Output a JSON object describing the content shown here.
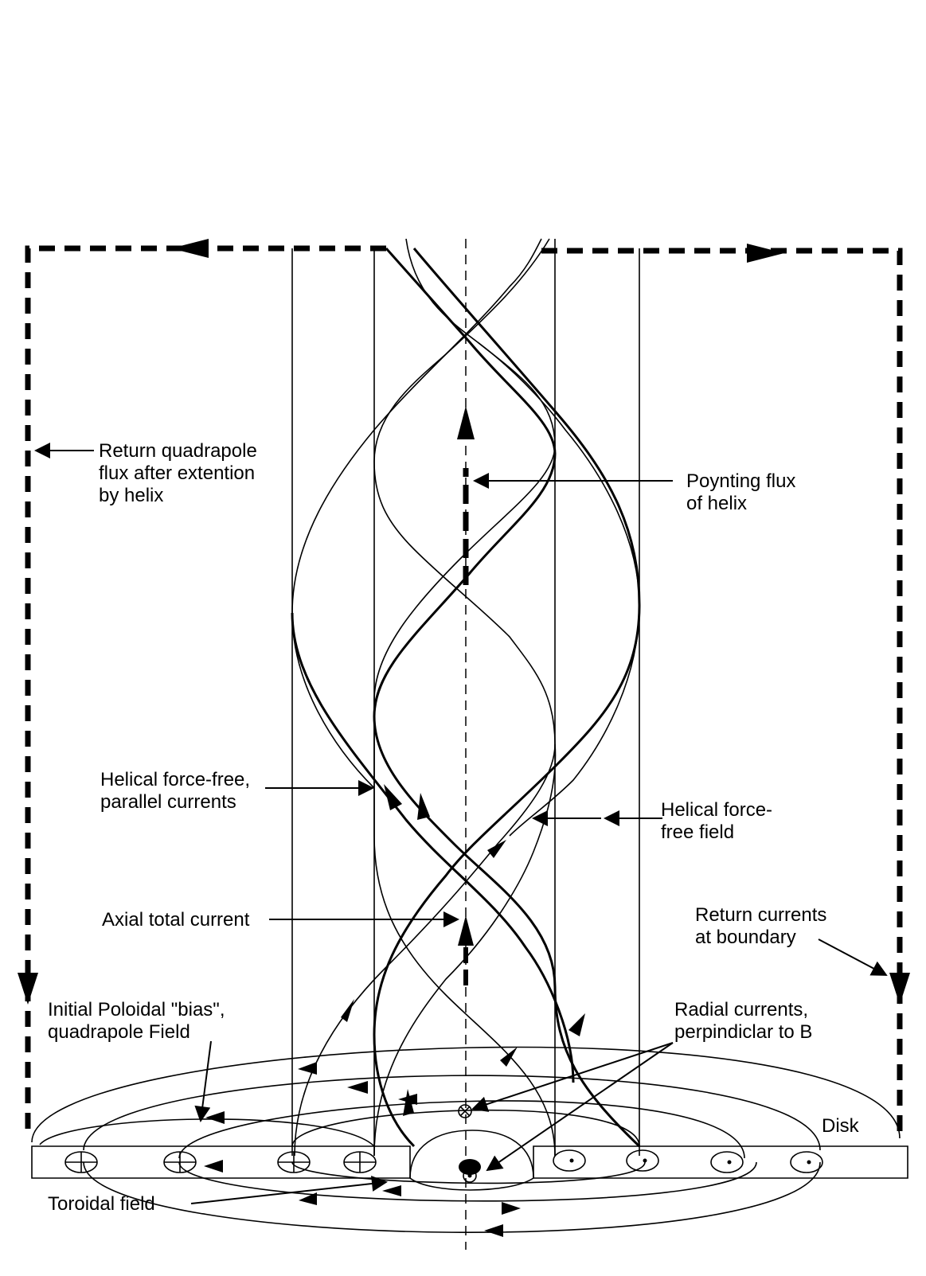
{
  "labels": {
    "return_flux": [
      "Return quadrapole",
      "flux  after extention",
      "by  helix"
    ],
    "poynting": [
      "Poynting flux",
      "of  helix"
    ],
    "helical_currents": [
      "Helical force-free,",
      "parallel currents"
    ],
    "helical_field": [
      "Helical force-",
      "free field"
    ],
    "axial_current": "Axial total current",
    "return_currents": [
      "Return currents",
      "at boundary"
    ],
    "poloidal_bias": [
      "Initial Poloidal \"bias\",",
      "quadrapole  Field"
    ],
    "radial_currents": [
      "Radial  currents,",
      "perpindiclar to B"
    ],
    "disk": "Disk",
    "toroidal": "Toroidal field"
  },
  "colors": {
    "ink": "#000000",
    "background": "#ffffff"
  }
}
